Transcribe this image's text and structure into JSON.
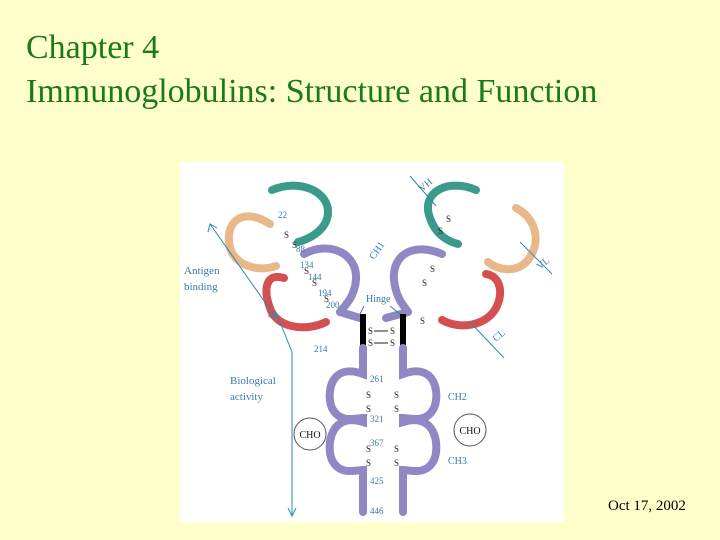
{
  "slide": {
    "title_line1": "Chapter 4",
    "title_line2": "Immunoglobulins: Structure and Function",
    "date": "Oct 17, 2002"
  },
  "figure": {
    "labels": {
      "antigen_binding_1": "Antigen",
      "antigen_binding_2": "binding",
      "biological_activity_1": "Biological",
      "biological_activity_2": "activity",
      "hinge": "Hinge",
      "cho_left": "CHO",
      "cho_right": "CHO",
      "ch1": "CH1",
      "ch2": "CH2",
      "ch3": "CH3",
      "vh": "VH",
      "vl": "VL",
      "cl": "CL"
    },
    "residue_numbers": [
      "22",
      "88",
      "134",
      "144",
      "194",
      "200",
      "214",
      "261",
      "321",
      "367",
      "425",
      "446"
    ],
    "disulfide_label": "S",
    "colors": {
      "background": "#ffffcc",
      "title": "#1a7a1a",
      "vh_domain": "#3a9a8c",
      "vl_domain": "#e8b888",
      "cl_domain": "#d45050",
      "heavy_constant": "#8f88c4",
      "arrows": "#2a8ab8",
      "label_text": "#3a7aa8",
      "hinge_bar": "#000000"
    }
  }
}
